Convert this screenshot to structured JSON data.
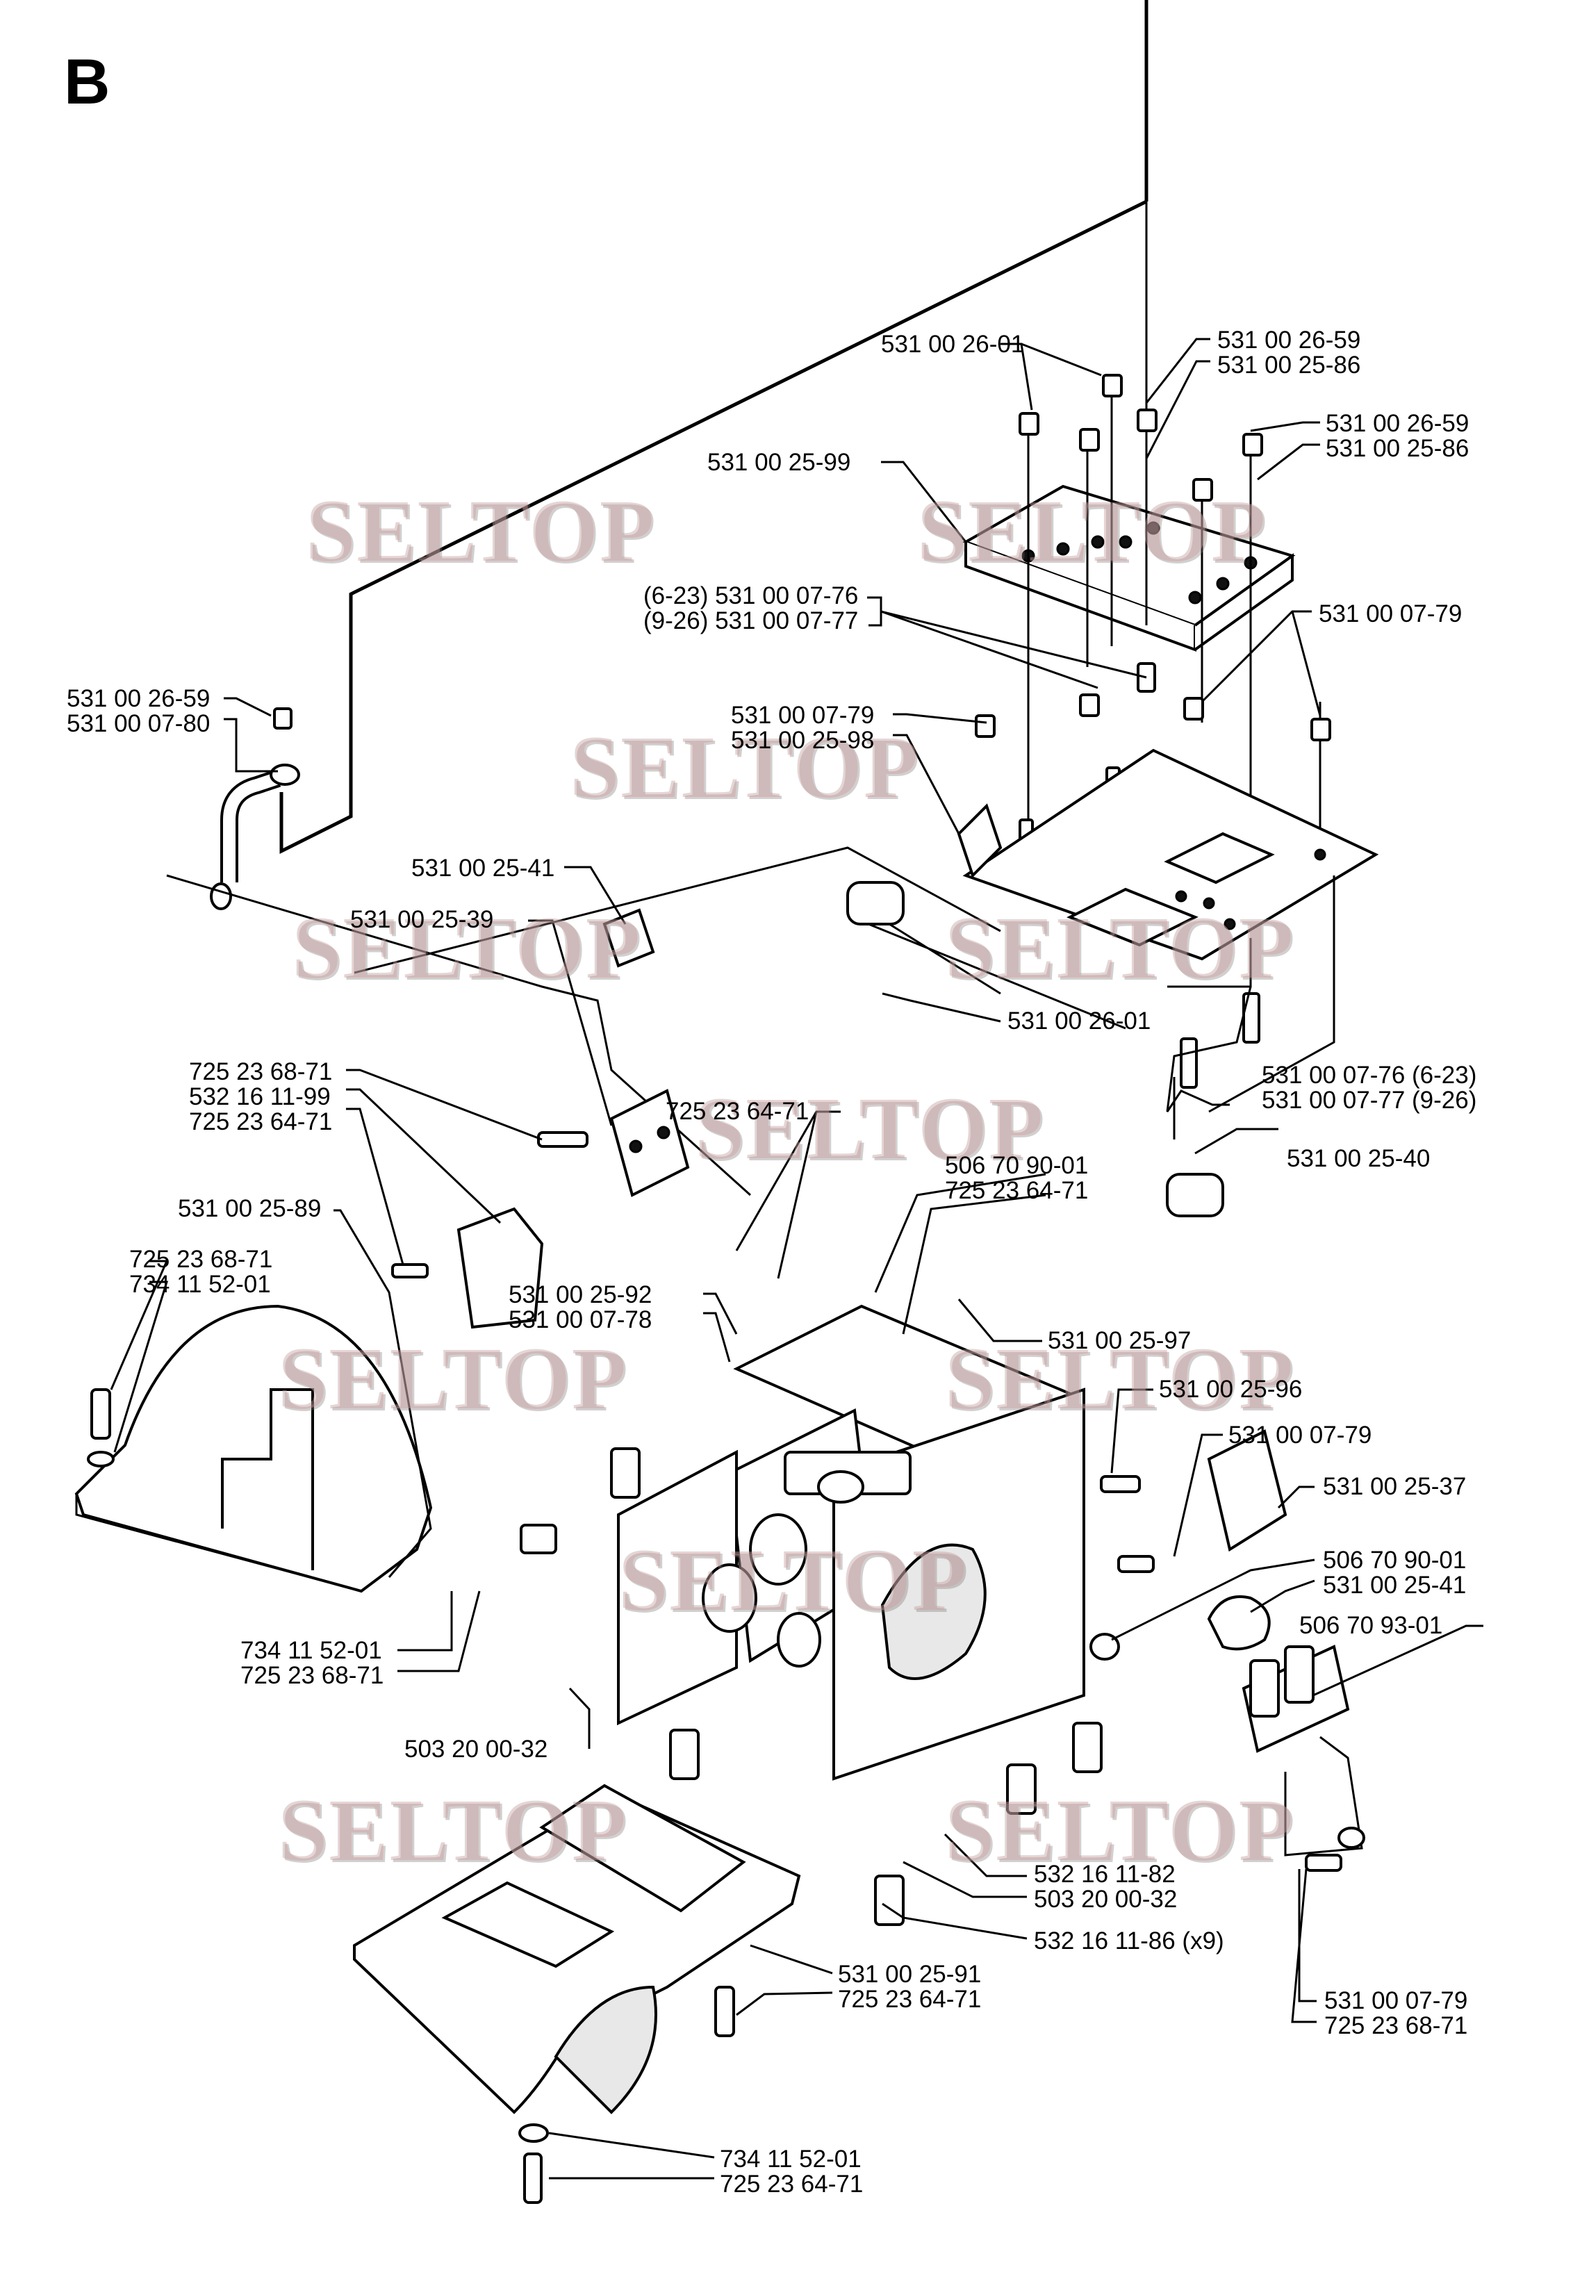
{
  "section": "B",
  "watermark": "SELTOP",
  "labels": {
    "p_531002601_top": "531 00 26-01",
    "p_531002659_a": "531 00 26-59",
    "p_531002586_a": "531 00 25-86",
    "p_531002659_b": "531 00 26-59",
    "p_531002586_b": "531 00 25-86",
    "p_531002599": "531 00 25-99",
    "p_531000776_623": "(6-23) 531 00 07-76",
    "p_531000777_926": "(9-26) 531 00 07-77",
    "p_531000779_r": "531 00 07-79",
    "p_531002659_l": "531 00 26-59",
    "p_531000780": "531 00 07-80",
    "p_531000779_m": "531 00 07-79",
    "p_531002598": "531 00 25-98",
    "p_531002541_t": "531 00 25-41",
    "p_531002539": "531 00 25-39",
    "p_531002601_m": "531 00 26-01",
    "p_725236871_a": "725 23 68-71",
    "p_532161199": "532 16 11-99",
    "p_725236471_a": "725 23 64-71",
    "p_725236471_b": "725 23 64-71",
    "p_531000776_b": "531 00 07-76 (6-23)",
    "p_531000777_b": "531 00 07-77 (9-26)",
    "p_531002540": "531 00 25-40",
    "p_506709001_a": "506 70 90-01",
    "p_725236471_c": "725 23 64-71",
    "p_531002589": "531 00 25-89",
    "p_725236871_b": "725 23 68-71",
    "p_734115201_a": "734 11 52-01",
    "p_531002592": "531 00 25-92",
    "p_531000778": "531 00 07-78",
    "p_531002597": "531 00 25-97",
    "p_531002596": "531 00 25-96",
    "p_531000779_c": "531 00 07-79",
    "p_531002537": "531 00 25-37",
    "p_506709001_b": "506 70 90-01",
    "p_531002541_b": "531 00 25-41",
    "p_506709301": "506 70 93-01",
    "p_734115201_b": "734 11 52-01",
    "p_725236871_c": "725 23 68-71",
    "p_503200032_a": "503 20 00-32",
    "p_532161182": "532 16 11-82",
    "p_503200032_b": "503 20 00-32",
    "p_532161186": "532 16 11-86 (x9)",
    "p_531002591": "531 00 25-91",
    "p_725236471_d": "725 23 64-71",
    "p_531000779_d": "531 00 07-79",
    "p_725236871_d": "725 23 68-71",
    "p_734115201_c": "734 11 52-01",
    "p_725236471_e": "725 23 64-71"
  }
}
